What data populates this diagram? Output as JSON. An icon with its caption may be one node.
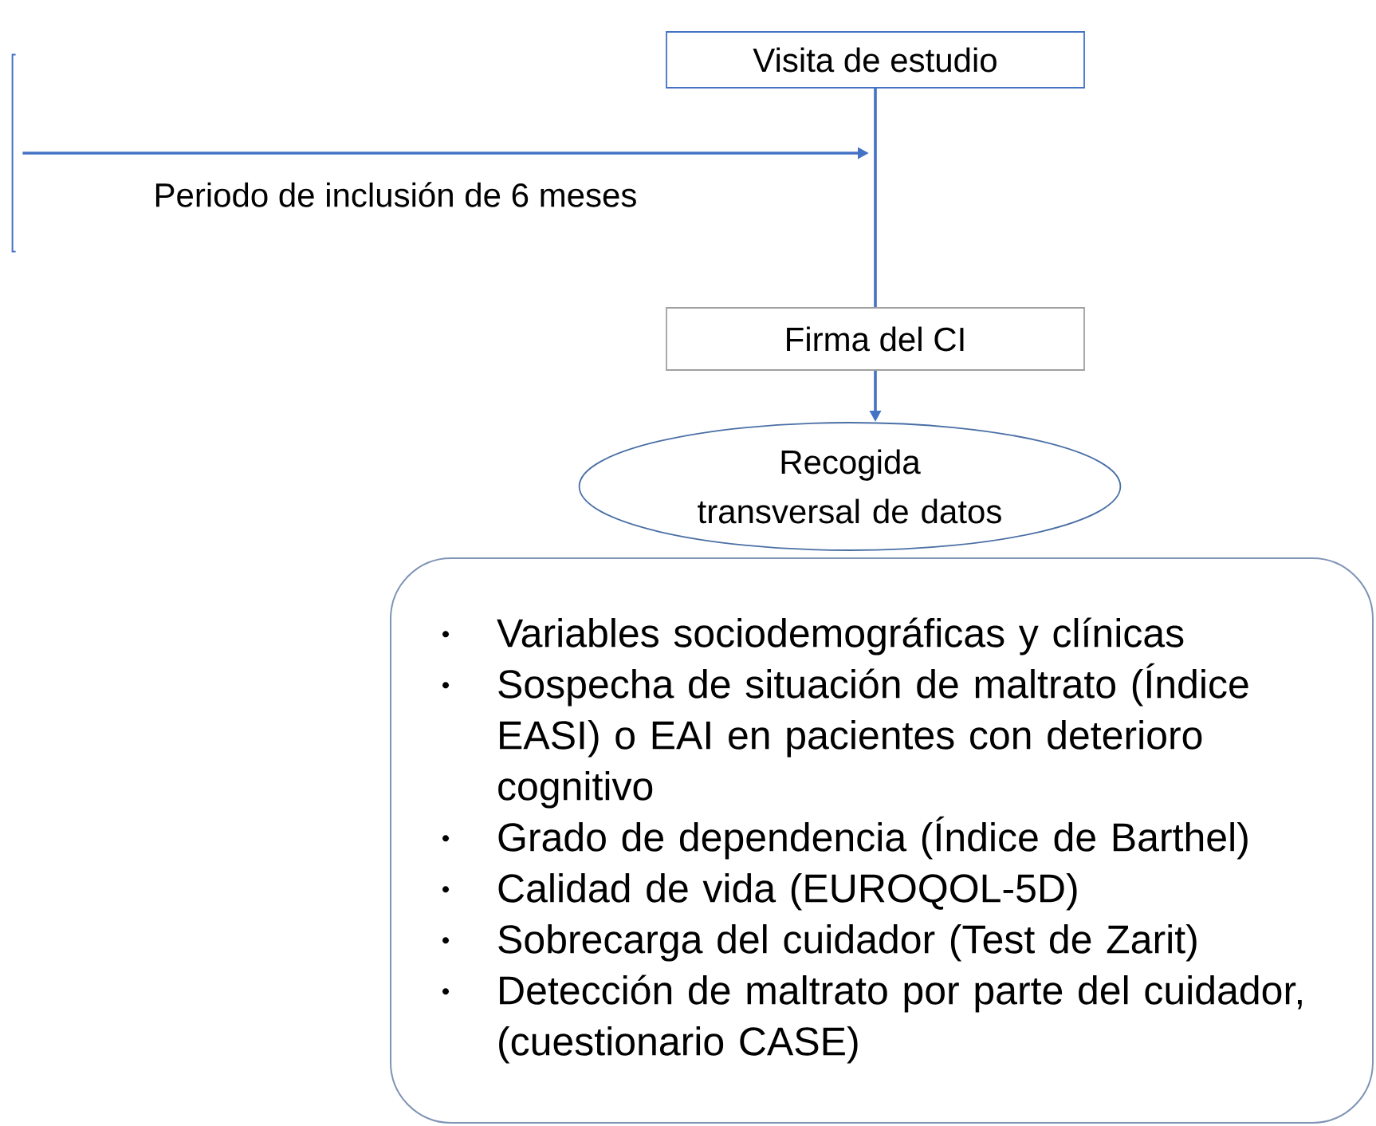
{
  "diagram": {
    "nodes": [
      {
        "text": [],
        "shape": "bar"
      },
      {
        "text": [
          "Visita de estudio"
        ]
      },
      {
        "text": [
          "Firma del CI"
        ]
      },
      {
        "text": [
          "Recogida transversal de datos"
        ]
      },
      {
        "text": [
          "Variables sociodemográficas y clínicas",
          "Sospecha de situación de maltrato (Índice EASI) o EAI en pacientes con deterioro cognitivo",
          "Grado de dependencia (Índice de Barthel)",
          "Calidad de vida (EUROQOL-5D)",
          "Sobrecarga del cuidador (Test de Zarit)",
          "Detección de maltrato por parte del cuidador, (cuestionario CASE)"
        ]
      }
    ],
    "edges": [
      {
        "from": 0,
        "to": null,
        "arrow": "to",
        "label": "Periodo de inclusión de 6 meses"
      },
      {
        "from": 1,
        "to": 2,
        "arrow": "none"
      },
      {
        "from": 2,
        "to": 3,
        "arrow": "to"
      }
    ]
  }
}
